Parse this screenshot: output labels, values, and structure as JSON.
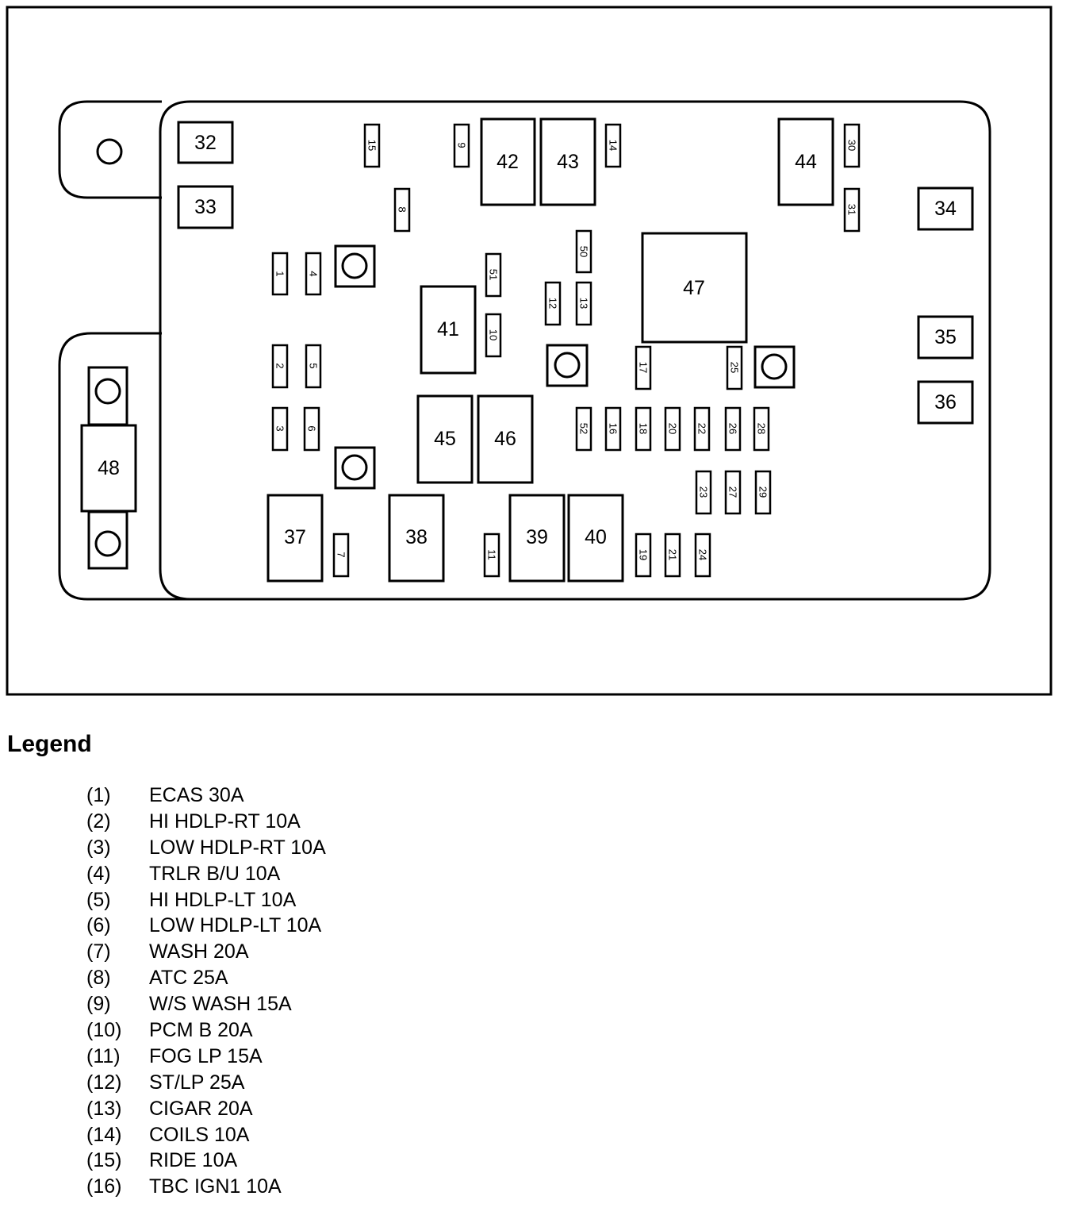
{
  "slots": {
    "s1": "1",
    "s2": "2",
    "s3": "3",
    "s4": "4",
    "s5": "5",
    "s6": "6",
    "s7": "7",
    "s8": "8",
    "s9": "9",
    "s10": "10",
    "s11": "11",
    "s12": "12",
    "s13": "13",
    "s14": "14",
    "s15": "15",
    "s16": "16",
    "s17": "17",
    "s18": "18",
    "s19": "19",
    "s20": "20",
    "s21": "21",
    "s22": "22",
    "s23": "23",
    "s24": "24",
    "s25": "25",
    "s26": "26",
    "s27": "27",
    "s28": "28",
    "s29": "29",
    "s30": "30",
    "s31": "31",
    "s32": "32",
    "s33": "33",
    "s34": "34",
    "s35": "35",
    "s36": "36",
    "s37": "37",
    "s38": "38",
    "s39": "39",
    "s40": "40",
    "s41": "41",
    "s42": "42",
    "s43": "43",
    "s44": "44",
    "s45": "45",
    "s46": "46",
    "s47": "47",
    "s48": "48",
    "s50": "50",
    "s51": "51",
    "s52": "52"
  },
  "legend": {
    "title": "Legend",
    "items": [
      {
        "num": "(1)",
        "label": "ECAS 30A"
      },
      {
        "num": "(2)",
        "label": "HI HDLP-RT 10A"
      },
      {
        "num": "(3)",
        "label": "LOW HDLP-RT 10A"
      },
      {
        "num": "(4)",
        "label": "TRLR B/U 10A"
      },
      {
        "num": "(5)",
        "label": "HI HDLP-LT 10A"
      },
      {
        "num": "(6)",
        "label": "LOW HDLP-LT 10A"
      },
      {
        "num": "(7)",
        "label": "WASH 20A"
      },
      {
        "num": "(8)",
        "label": "ATC 25A"
      },
      {
        "num": "(9)",
        "label": "W/S WASH 15A"
      },
      {
        "num": "(10)",
        "label": "PCM B 20A"
      },
      {
        "num": "(11)",
        "label": "FOG LP 15A"
      },
      {
        "num": "(12)",
        "label": "ST/LP 25A"
      },
      {
        "num": "(13)",
        "label": "CIGAR 20A"
      },
      {
        "num": "(14)",
        "label": "COILS 10A"
      },
      {
        "num": "(15)",
        "label": "RIDE 10A"
      },
      {
        "num": "(16)",
        "label": "TBC IGN1 10A"
      }
    ]
  }
}
